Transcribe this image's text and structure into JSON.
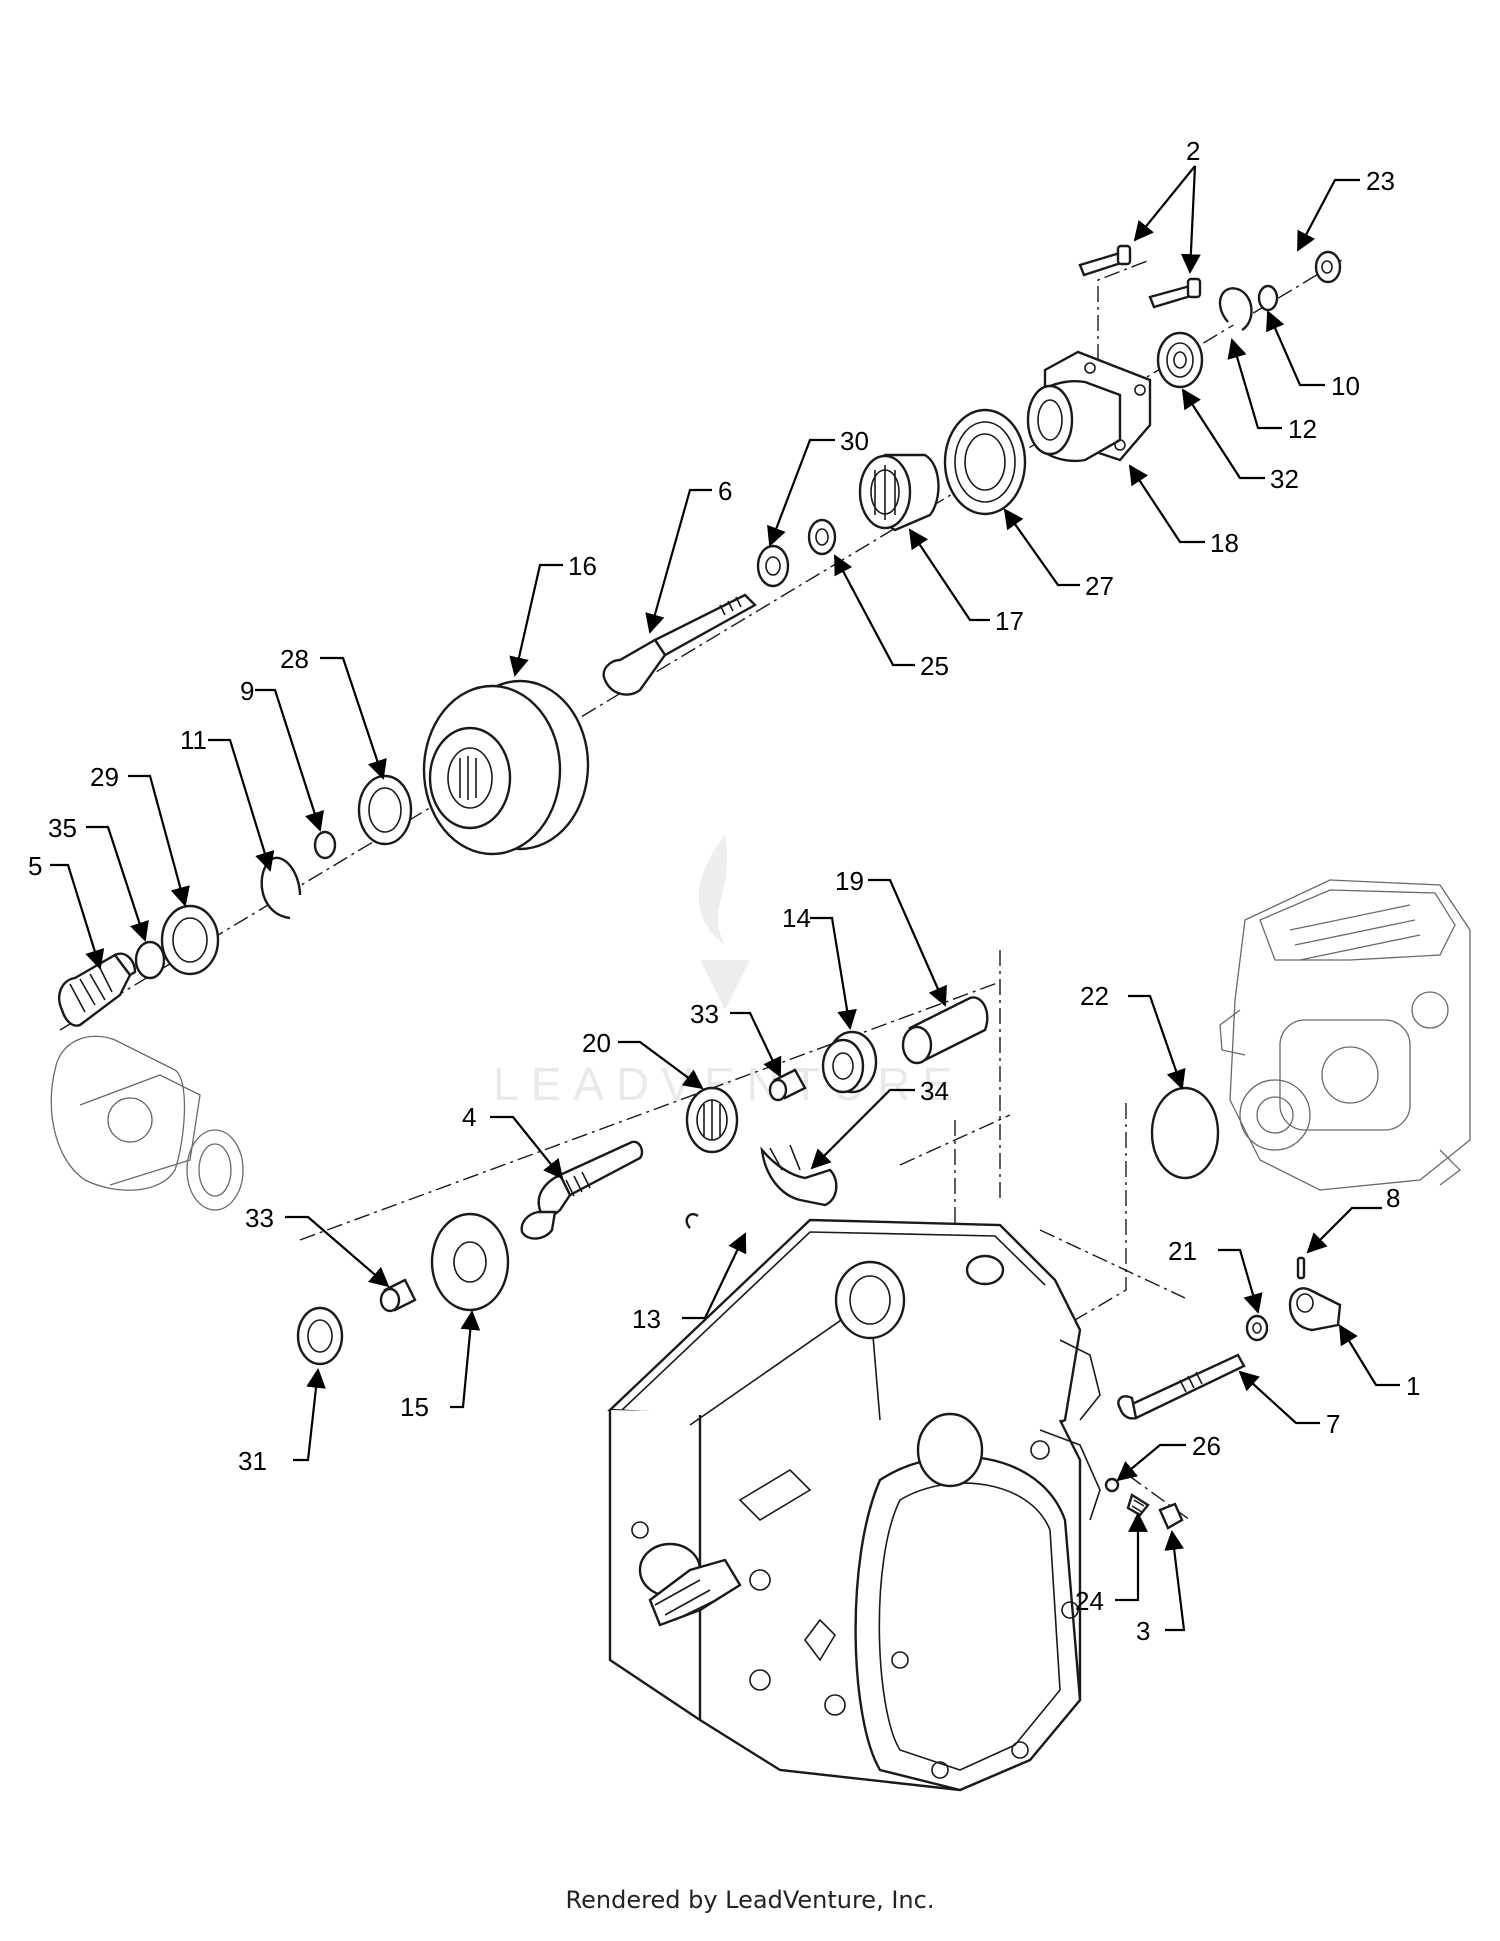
{
  "watermark": {
    "brand": "LEADVENTURE"
  },
  "footer": {
    "text": "Rendered by LeadVenture, Inc."
  },
  "callouts": [
    {
      "label": "1"
    },
    {
      "label": "2"
    },
    {
      "label": "3"
    },
    {
      "label": "4"
    },
    {
      "label": "5"
    },
    {
      "label": "6"
    },
    {
      "label": "7"
    },
    {
      "label": "8"
    },
    {
      "label": "9"
    },
    {
      "label": "10"
    },
    {
      "label": "11"
    },
    {
      "label": "12"
    },
    {
      "label": "13"
    },
    {
      "label": "14"
    },
    {
      "label": "15"
    },
    {
      "label": "16"
    },
    {
      "label": "17"
    },
    {
      "label": "18"
    },
    {
      "label": "19"
    },
    {
      "label": "20"
    },
    {
      "label": "21"
    },
    {
      "label": "22"
    },
    {
      "label": "23"
    },
    {
      "label": "24"
    },
    {
      "label": "25"
    },
    {
      "label": "26"
    },
    {
      "label": "27"
    },
    {
      "label": "28"
    },
    {
      "label": "29"
    },
    {
      "label": "30"
    },
    {
      "label": "31"
    },
    {
      "label": "32"
    },
    {
      "label": "33"
    },
    {
      "label": "33"
    },
    {
      "label": "34"
    },
    {
      "label": "35"
    }
  ]
}
